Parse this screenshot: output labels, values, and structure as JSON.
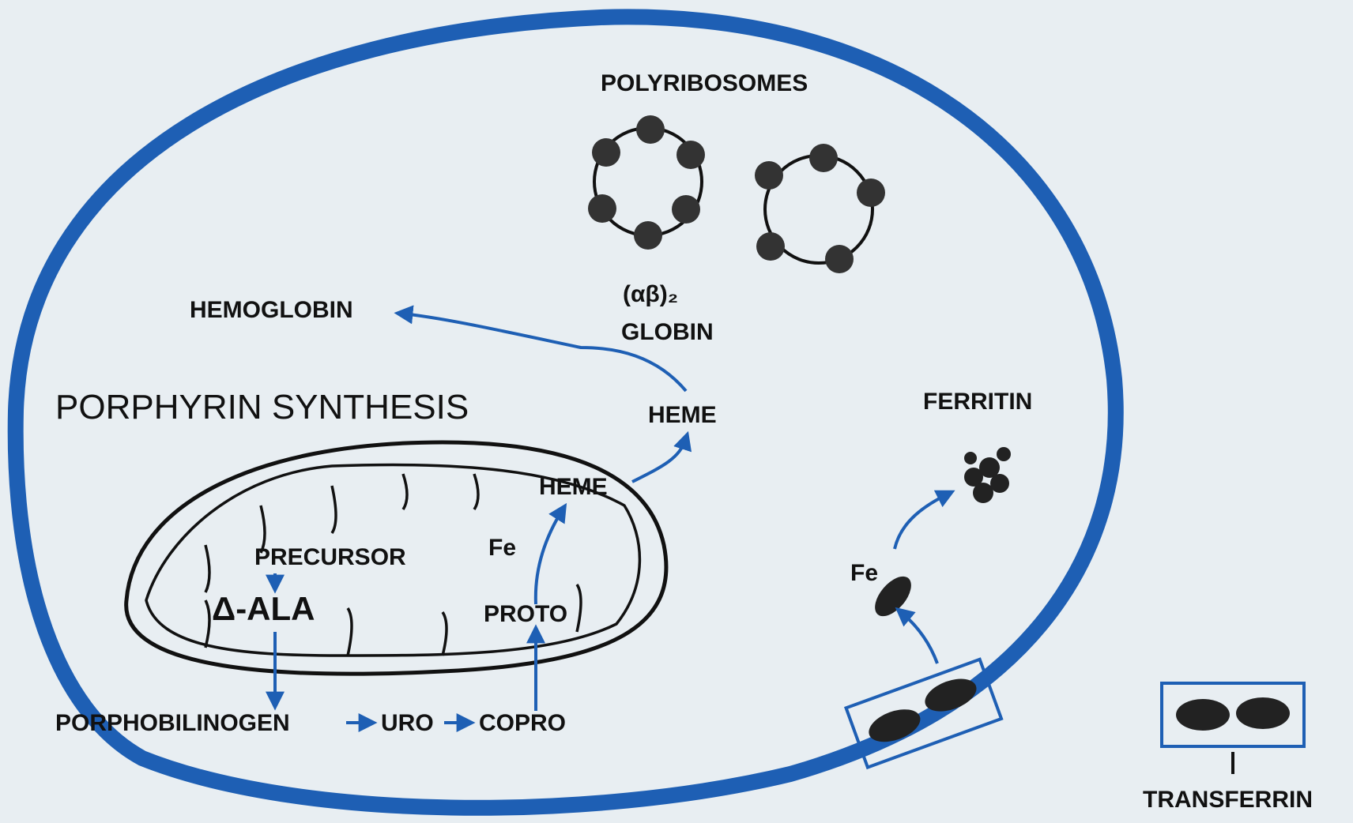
{
  "labels": {
    "polyribosomes": "POLYRIBOSOMES",
    "ab2": "(αβ)₂",
    "globin": "GLOBIN",
    "hemoglobin": "HEMOGLOBIN",
    "porphyrin_synthesis": "PORPHYRIN  SYNTHESIS",
    "heme_cyto": "HEME",
    "heme_mito": "HEME",
    "ferritin": "FERRITIN",
    "precursor": "PRECURSOR",
    "ala": "Δ-ALA",
    "fe_mito": "Fe",
    "proto": "PROTO",
    "fe_cyto": "Fe",
    "porphobilinogen": "PORPHOBILINOGEN",
    "uro": "URO",
    "copro": "COPRO",
    "transferrin": "TRANSFERRIN"
  },
  "colors": {
    "membrane": "#1e5fb4",
    "arrow": "#1e5fb4",
    "ink": "#111111",
    "background": "#e8eef2"
  }
}
